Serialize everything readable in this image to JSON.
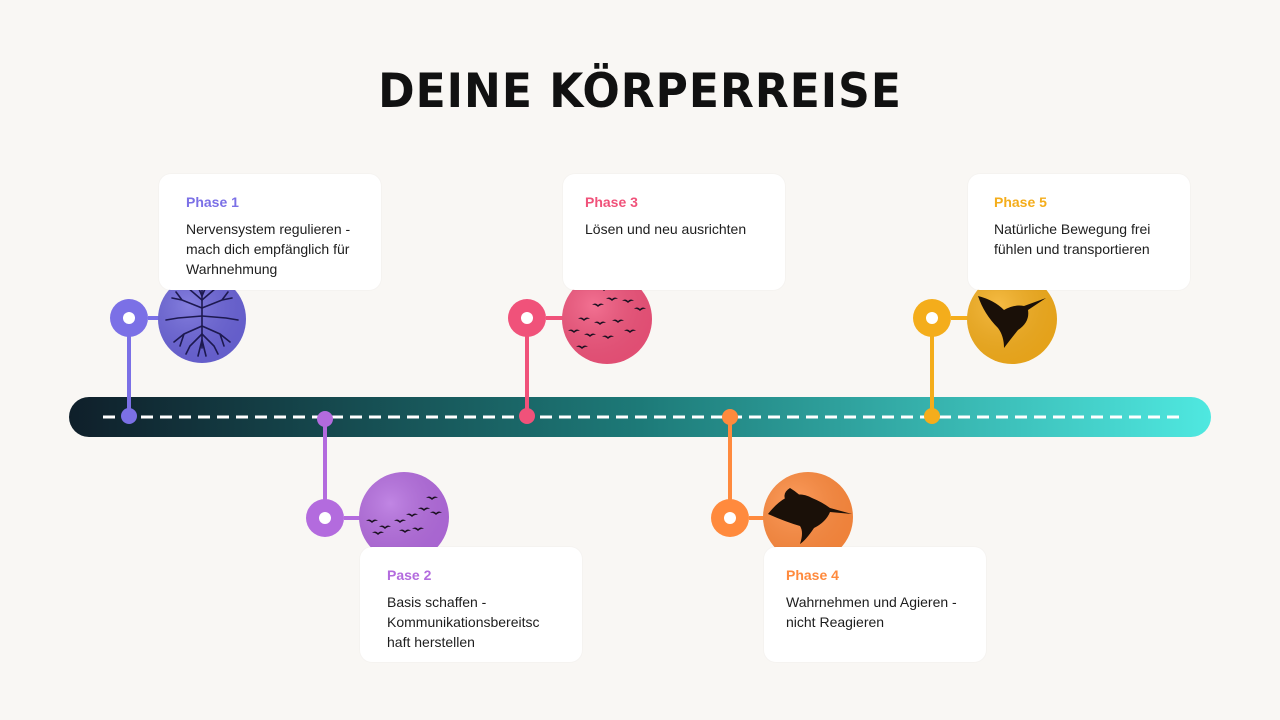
{
  "title": "DEINE KÖRPERREISE",
  "colors": {
    "phase1": "#7b70e6",
    "phase2": "#b36bde",
    "phase3": "#f0527a",
    "phase4": "#ff8a3d",
    "phase5": "#f4ad1b",
    "timeline_start": "#0f1f2a",
    "timeline_end": "#4fe8e0"
  },
  "phases": [
    {
      "label": "Phase 1",
      "text": "Nervensystem regulieren - mach dich empfänglich für Warhnehmung",
      "icon": "tree-roots-icon"
    },
    {
      "label": "Pase 2",
      "text": "Basis schaffen - Kommunikationsbereitsc haft herstellen",
      "icon": "bird-flock-icon"
    },
    {
      "label": "Phase 3",
      "text": "Lösen und neu ausrichten",
      "icon": "bird-flock-icon"
    },
    {
      "label": "Phase 4",
      "text": "Wahrnehmen und Agieren - nicht Reagieren",
      "icon": "hummingbird-icon"
    },
    {
      "label": "Phase 5",
      "text": "Natürliche Bewegung frei fühlen und transportieren",
      "icon": "hummingbird-icon"
    }
  ]
}
